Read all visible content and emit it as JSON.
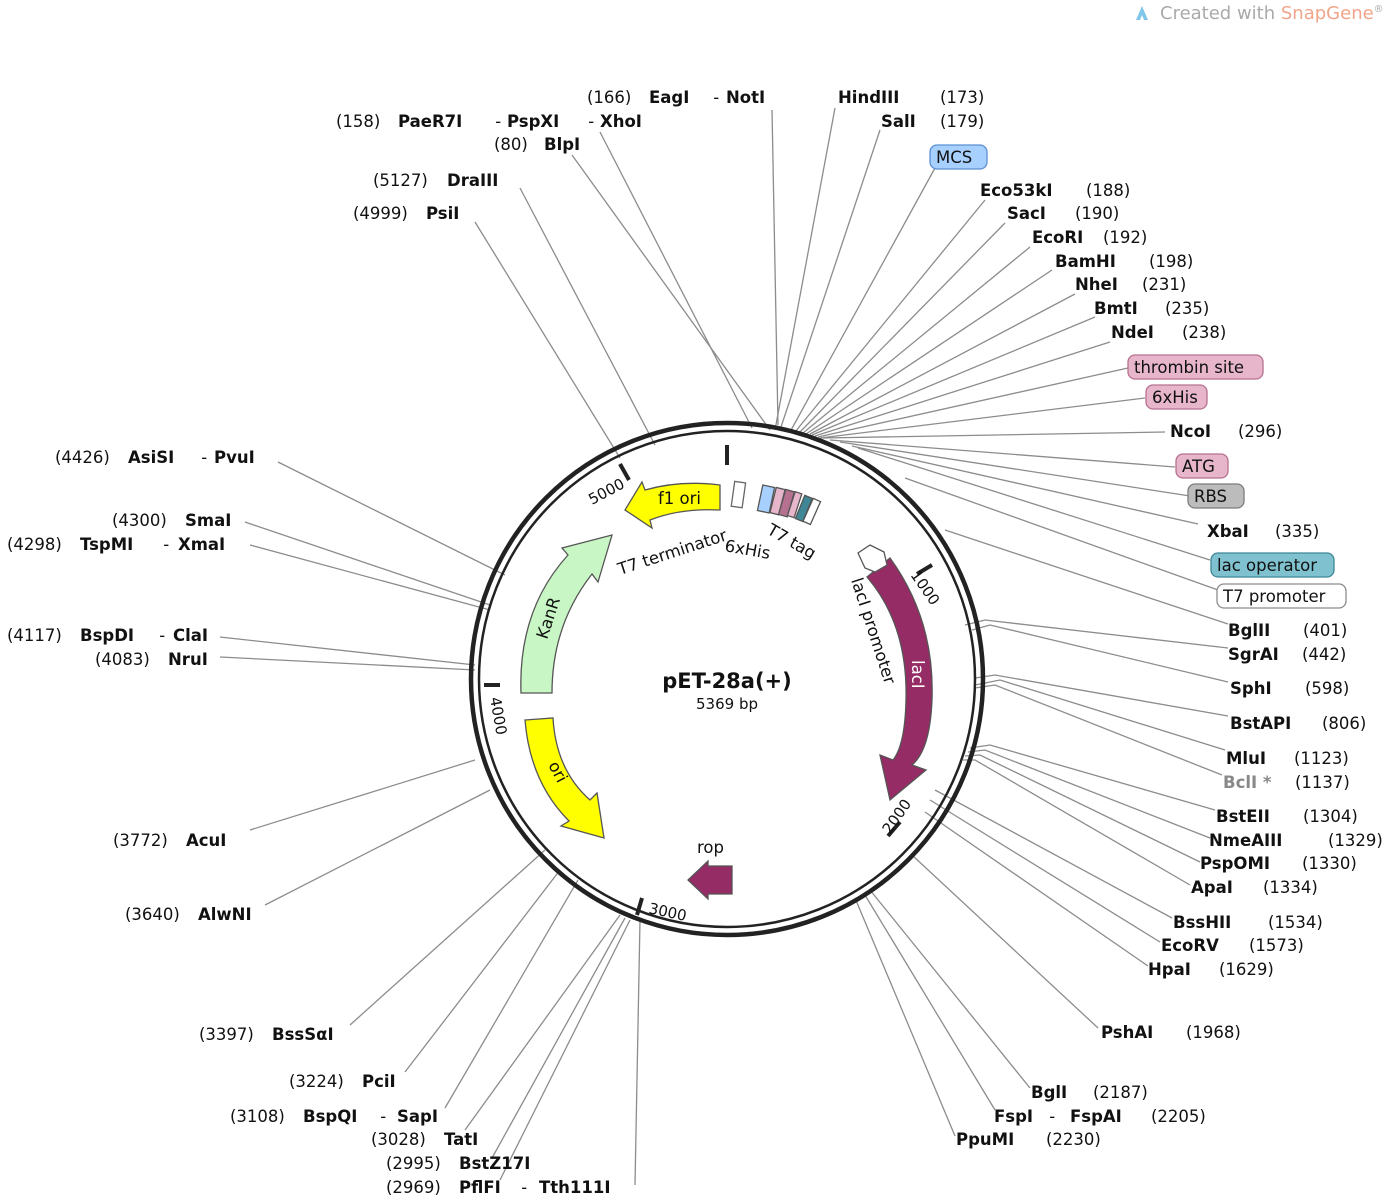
{
  "branding": {
    "prefix": "Created with ",
    "name": "SnapGene",
    "mark": "®"
  },
  "plasmid": {
    "name": "pET-28a(+)",
    "size": "5369 bp",
    "total_bp": 5369
  },
  "ticks": [
    "1000",
    "2000",
    "3000",
    "4000",
    "5000"
  ],
  "feature_boxes": [
    {
      "label": "MCS",
      "fill": "#a8d0ff",
      "stroke": "#5a8fd1"
    },
    {
      "label": "thrombin site",
      "fill": "#e8b6cb",
      "stroke": "#b5718f"
    },
    {
      "label": "6xHis",
      "fill": "#e8b6cb",
      "stroke": "#b5718f"
    },
    {
      "label": "ATG",
      "fill": "#e8b6cb",
      "stroke": "#b5718f"
    },
    {
      "label": "RBS",
      "fill": "#bcbcbc",
      "stroke": "#7c7c7c"
    },
    {
      "label": "lac operator",
      "fill": "#7fc1cf",
      "stroke": "#3f8796"
    },
    {
      "label": "T7 promoter",
      "fill": "#ffffff",
      "stroke": "#8c8c8c"
    }
  ],
  "inner_features": {
    "f1_ori": "f1 ori",
    "t7_terminator": "T7 terminator",
    "kanr": "KanR",
    "ori": "ori",
    "rop": "rop",
    "laci": "lacI",
    "laci_promoter": "lacI promoter",
    "sixhis": "6xHis",
    "t7_tag": "T7 tag"
  },
  "sites": [
    {
      "pos": "(166)",
      "enzymes": [
        "EagI",
        "NotI"
      ]
    },
    {
      "enzymes": [
        "HindIII"
      ],
      "pos": "(173)"
    },
    {
      "pos": "(158)",
      "enzymes": [
        "PaeR7I",
        "PspXI",
        "XhoI"
      ]
    },
    {
      "enzymes": [
        "SalI"
      ],
      "pos": "(179)"
    },
    {
      "pos": "(80)",
      "enzymes": [
        "BlpI"
      ]
    },
    {
      "pos": "(5127)",
      "enzymes": [
        "DraIII"
      ]
    },
    {
      "pos": "(4999)",
      "enzymes": [
        "PsiI"
      ]
    },
    {
      "enzymes": [
        "Eco53kI"
      ],
      "pos": "(188)"
    },
    {
      "enzymes": [
        "SacI"
      ],
      "pos": "(190)"
    },
    {
      "enzymes": [
        "EcoRI"
      ],
      "pos": "(192)"
    },
    {
      "enzymes": [
        "BamHI"
      ],
      "pos": "(198)"
    },
    {
      "enzymes": [
        "NheI"
      ],
      "pos": "(231)"
    },
    {
      "enzymes": [
        "BmtI"
      ],
      "pos": "(235)"
    },
    {
      "enzymes": [
        "NdeI"
      ],
      "pos": "(238)"
    },
    {
      "enzymes": [
        "NcoI"
      ],
      "pos": "(296)"
    },
    {
      "enzymes": [
        "XbaI"
      ],
      "pos": "(335)"
    },
    {
      "enzymes": [
        "BglII"
      ],
      "pos": "(401)"
    },
    {
      "enzymes": [
        "SgrAI"
      ],
      "pos": "(442)"
    },
    {
      "enzymes": [
        "SphI"
      ],
      "pos": "(598)"
    },
    {
      "enzymes": [
        "BstAPI"
      ],
      "pos": "(806)"
    },
    {
      "enzymes": [
        "MluI"
      ],
      "pos": "(1123)"
    },
    {
      "enzymes": [
        "BclI *"
      ],
      "pos": "(1137)"
    },
    {
      "enzymes": [
        "BstEII"
      ],
      "pos": "(1304)"
    },
    {
      "enzymes": [
        "NmeAIII"
      ],
      "pos": "(1329)"
    },
    {
      "enzymes": [
        "PspOMI"
      ],
      "pos": "(1330)"
    },
    {
      "enzymes": [
        "ApaI"
      ],
      "pos": "(1334)"
    },
    {
      "enzymes": [
        "BssHII"
      ],
      "pos": "(1534)"
    },
    {
      "enzymes": [
        "EcoRV"
      ],
      "pos": "(1573)"
    },
    {
      "enzymes": [
        "HpaI"
      ],
      "pos": "(1629)"
    },
    {
      "enzymes": [
        "PshAI"
      ],
      "pos": "(1968)"
    },
    {
      "enzymes": [
        "BglI"
      ],
      "pos": "(2187)"
    },
    {
      "enzymes": [
        "FspI",
        "FspAI"
      ],
      "pos": "(2205)"
    },
    {
      "enzymes": [
        "PpuMI"
      ],
      "pos": "(2230)"
    },
    {
      "pos": "(4426)",
      "enzymes": [
        "AsiSI",
        "PvuI"
      ]
    },
    {
      "pos": "(4300)",
      "enzymes": [
        "SmaI"
      ]
    },
    {
      "pos": "(4298)",
      "enzymes": [
        "TspMI",
        "XmaI"
      ]
    },
    {
      "pos": "(4117)",
      "enzymes": [
        "BspDI",
        "ClaI"
      ]
    },
    {
      "pos": "(4083)",
      "enzymes": [
        "NruI"
      ]
    },
    {
      "pos": "(3772)",
      "enzymes": [
        "AcuI"
      ]
    },
    {
      "pos": "(3640)",
      "enzymes": [
        "AlwNI"
      ]
    },
    {
      "pos": "(3397)",
      "enzymes": [
        "BssSαI"
      ]
    },
    {
      "pos": "(3224)",
      "enzymes": [
        "PciI"
      ]
    },
    {
      "pos": "(3108)",
      "enzymes": [
        "BspQI",
        "SapI"
      ]
    },
    {
      "pos": "(3028)",
      "enzymes": [
        "TatI"
      ]
    },
    {
      "pos": "(2995)",
      "enzymes": [
        "BstZ17I"
      ]
    },
    {
      "pos": "(2969)",
      "enzymes": [
        "PflFI",
        "Tth111I"
      ]
    }
  ]
}
